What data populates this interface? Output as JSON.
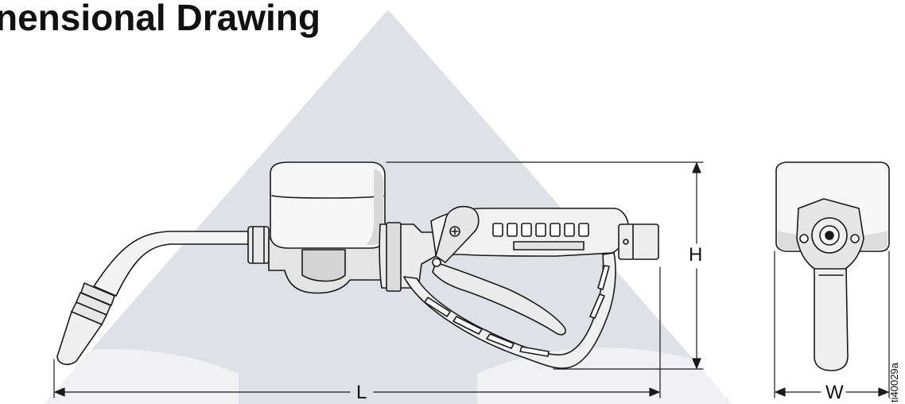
{
  "header": {
    "title": "nensional Drawing"
  },
  "dimensions": {
    "height_label": "H",
    "length_label": "L",
    "width_label": "W"
  },
  "figure": {
    "reference_id": "ti40029a"
  },
  "colors": {
    "line": "#1a1a1a",
    "body_fill": "#f2f2f2",
    "shade": "#c9c9c9",
    "watermark": "#dfe1e6"
  }
}
